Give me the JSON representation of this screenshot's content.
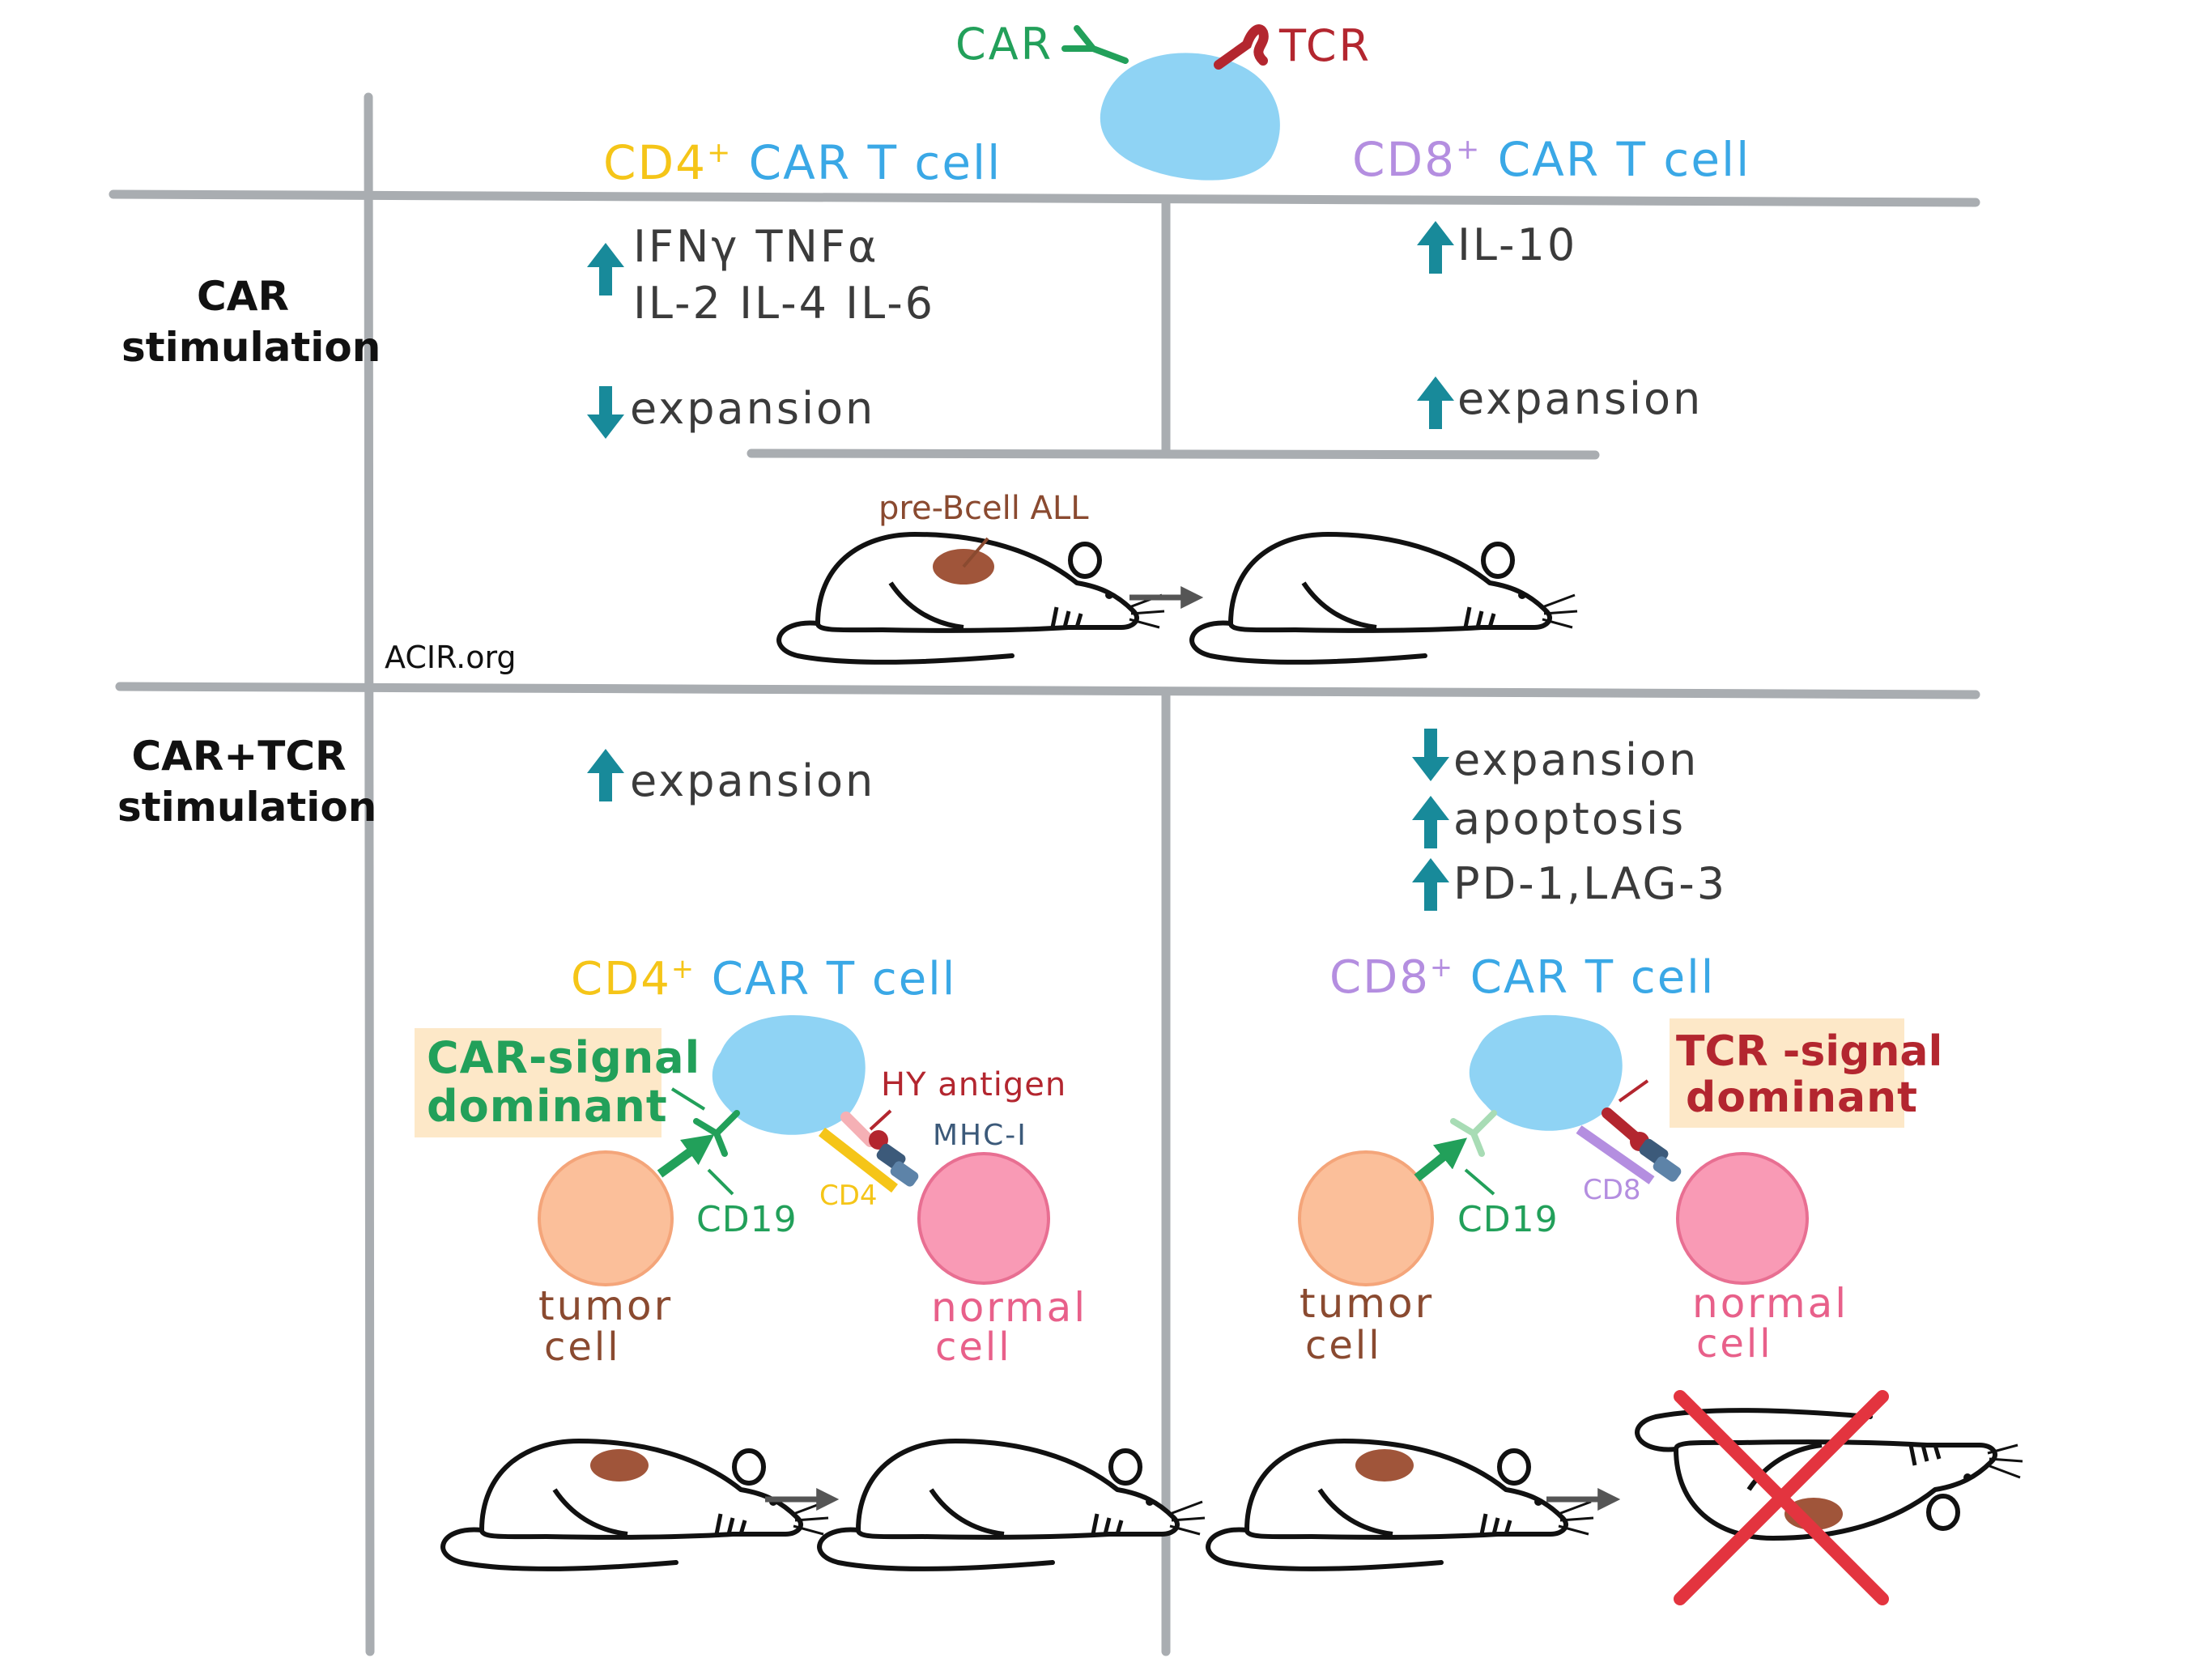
{
  "top": {
    "car": "CAR",
    "tcr": "TCR"
  },
  "columns": {
    "cd4": {
      "prefix": "CD4",
      "sup": "+",
      "suffix": " CAR T cell"
    },
    "cd8": {
      "prefix": "CD8",
      "sup": "+",
      "suffix": " CAR T cell"
    }
  },
  "rows": {
    "car": {
      "line1": "CAR",
      "line2": "stimulation"
    },
    "cartcr": {
      "line1": "CAR+TCR",
      "line2": "stimulation"
    }
  },
  "car_stim": {
    "cd4_cytokines_line1": "IFNγ TNFα",
    "cd4_cytokines_line2": "IL-2 IL-4 IL-6",
    "cd4_expansion": "expansion",
    "cd8_cytokine": "IL-10",
    "cd8_expansion": "expansion",
    "tumor_label": "pre-Bcell ALL"
  },
  "credit": "ACIR.org",
  "cartcr_stim": {
    "cd4_expansion": "expansion",
    "cd8_expansion": "expansion",
    "cd8_apoptosis": "apoptosis",
    "cd8_markers": "PD-1,LAG-3",
    "cd4_dominant_line1": "CAR-signal",
    "cd4_dominant_line2": "dominant",
    "cd8_dominant_line1": "TCR -signal",
    "cd8_dominant_line2": "dominant",
    "hy_antigen": "HY antigen",
    "mhc": "MHC-I",
    "cd4_coreceptor": "CD4",
    "cd8_coreceptor": "CD8",
    "cd19_left": "CD19",
    "cd19_right": "CD19",
    "tumor_line1": "tumor",
    "tumor_line2": "cell",
    "normal_line1": "normal",
    "normal_line2": "cell"
  },
  "colors": {
    "grid": "#a9adb1",
    "cell": "#8fd3f4",
    "tumor": "#fbbf9a",
    "normal": "#f99ab5",
    "arrow_up_down": "#188a9a",
    "car_green": "#22a05a",
    "tcr_red": "#b3262f",
    "cross": "#e3343f",
    "tumor_spot": "#a0553a"
  }
}
